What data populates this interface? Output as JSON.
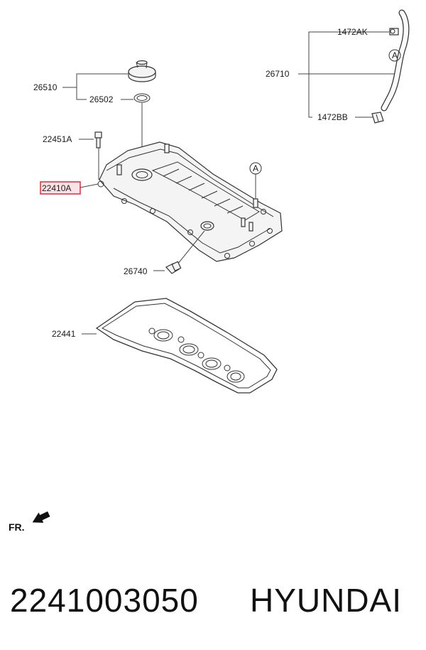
{
  "callouts": {
    "hose_clip_top": "1472AK",
    "breather_hose": "26710",
    "hose_clip_bottom": "1472BB",
    "cap_assembly": "26510",
    "cap_seal": "26502",
    "bolt": "22451A",
    "cover": "22410A",
    "pcv_valve": "26740",
    "gasket": "22441",
    "ref_a": "A",
    "ref_a_hose": "A"
  },
  "direction": {
    "label": "FR."
  },
  "footer": {
    "part_number": "2241003050",
    "brand": "HYUNDAI"
  },
  "colors": {
    "highlight": "#e8293b",
    "highlight_fill": "#fbe3e5"
  }
}
